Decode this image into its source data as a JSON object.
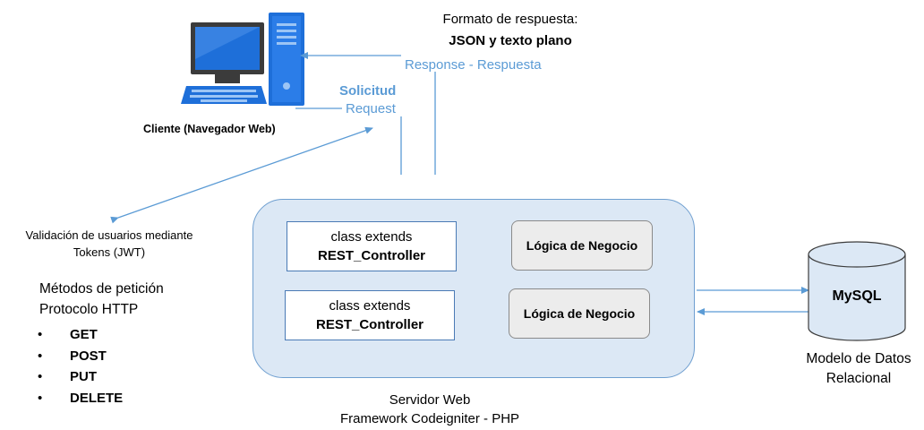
{
  "client": {
    "label": "Cliente (Navegador Web)"
  },
  "response_info": {
    "line1": "Formato de respuesta:",
    "line2": "JSON y texto plano",
    "line3": "Response - Respuesta"
  },
  "request_info": {
    "line1": "Solicitud",
    "line2": "Request"
  },
  "validation": {
    "line1": "Validación de usuarios mediante",
    "line2": "Tokens (JWT)"
  },
  "methods": {
    "title1": "Métodos de petición",
    "title2": "Protocolo HTTP",
    "bullet": "•",
    "items": [
      "GET",
      "POST",
      "PUT",
      "DELETE"
    ]
  },
  "server": {
    "controllers": [
      {
        "line1": "class extends",
        "line2": "REST_Controller"
      },
      {
        "line1": "class extends",
        "line2": "REST_Controller"
      }
    ],
    "logic": [
      "Lógica de Negocio",
      "Lógica de Negocio"
    ],
    "caption1": "Servidor Web",
    "caption2": "Framework Codeigniter - PHP"
  },
  "database": {
    "name": "MySQL",
    "caption1": "Modelo de Datos",
    "caption2": "Relacional"
  },
  "colors": {
    "arrow": "#5b9bd5",
    "server_fill": "#dce8f5",
    "server_border": "#6f9fd0",
    "db_fill": "#dce8f5",
    "computer_blue": "#1e6fd9",
    "link_text": "#5b9bd5"
  }
}
